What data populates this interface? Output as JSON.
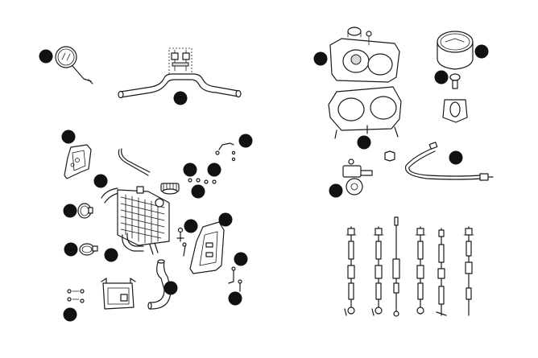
{
  "diagram": {
    "callout_count": 24,
    "callout_color": "#111111",
    "line_color": "#1a1a1a",
    "background": "#ffffff",
    "parts": [
      "mirror",
      "handlebar",
      "radiator-shroud-left",
      "breather-hose",
      "radiator",
      "radiator-cap",
      "hose-clamp",
      "hose-clamp-lower",
      "lower-hose",
      "bracket",
      "upper-hose",
      "fasteners",
      "bolts",
      "radiator-shroud-right",
      "bolt-set",
      "instrument-housing-cover",
      "speedometer",
      "instrument-bracket",
      "gear-drive",
      "speedo-cable",
      "control-cables"
    ]
  }
}
